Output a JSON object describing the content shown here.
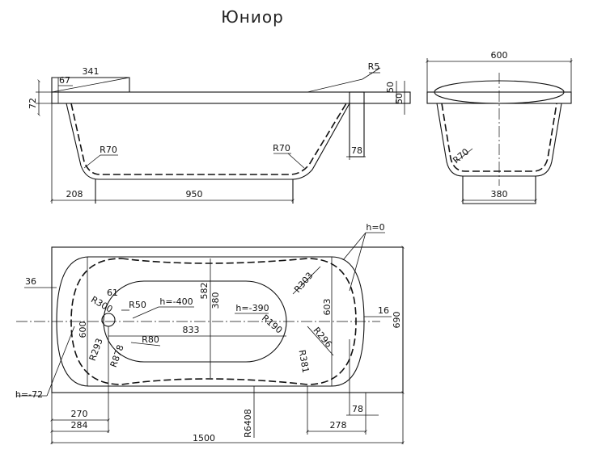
{
  "title": "Юниор",
  "side_view": {
    "d_341": "341",
    "d_67": "67",
    "d_72": "72",
    "r5": "R5",
    "d_50a": "50",
    "d_50b": "50",
    "r70_left": "R70",
    "r70_right": "R70",
    "d_78": "78",
    "d_208": "208",
    "d_950": "950"
  },
  "end_view": {
    "d_600": "600",
    "r70": "R70",
    "d_380": "380"
  },
  "plan_view": {
    "h0": "h=0",
    "d_36": "36",
    "r303": "R303",
    "r300": "R300",
    "d_61": "61",
    "r50": "R50",
    "h400": "h=-400",
    "d_582": "582",
    "d_380": "380",
    "h390": "h=-390",
    "d_603": "603",
    "d_16": "16",
    "d_690": "690",
    "d_600": "600",
    "d_833": "833",
    "r190": "R190",
    "r296": "R296",
    "r293": "R293",
    "r878": "R878",
    "r80": "R80",
    "r381": "R381",
    "h72": "h=-72",
    "d_270": "270",
    "d_284": "284",
    "r6408": "R6408",
    "d_78": "78",
    "d_278": "278",
    "d_1500": "1500"
  }
}
